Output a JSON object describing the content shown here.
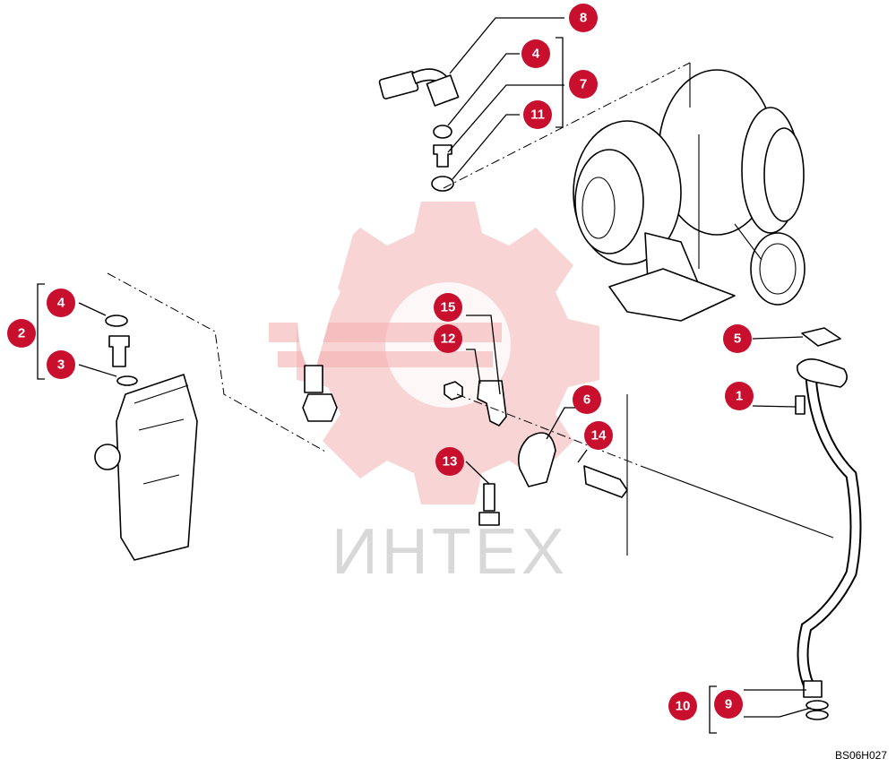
{
  "watermark": {
    "text": "ИНТЕХ"
  },
  "drawing_code": "BS06H027",
  "callouts": {
    "c1": "1",
    "c2": "2",
    "c3": "3",
    "c4a": "4",
    "c4b": "4",
    "c5": "5",
    "c6": "6",
    "c7": "7",
    "c8": "8",
    "c9": "9",
    "c10": "10",
    "c11": "11",
    "c12": "12",
    "c13": "13",
    "c14": "14",
    "c15": "15"
  },
  "colors": {
    "callout": "#c8102e",
    "watermark_logo": "#f3b0b0",
    "watermark_text": "#d8d8d8"
  }
}
